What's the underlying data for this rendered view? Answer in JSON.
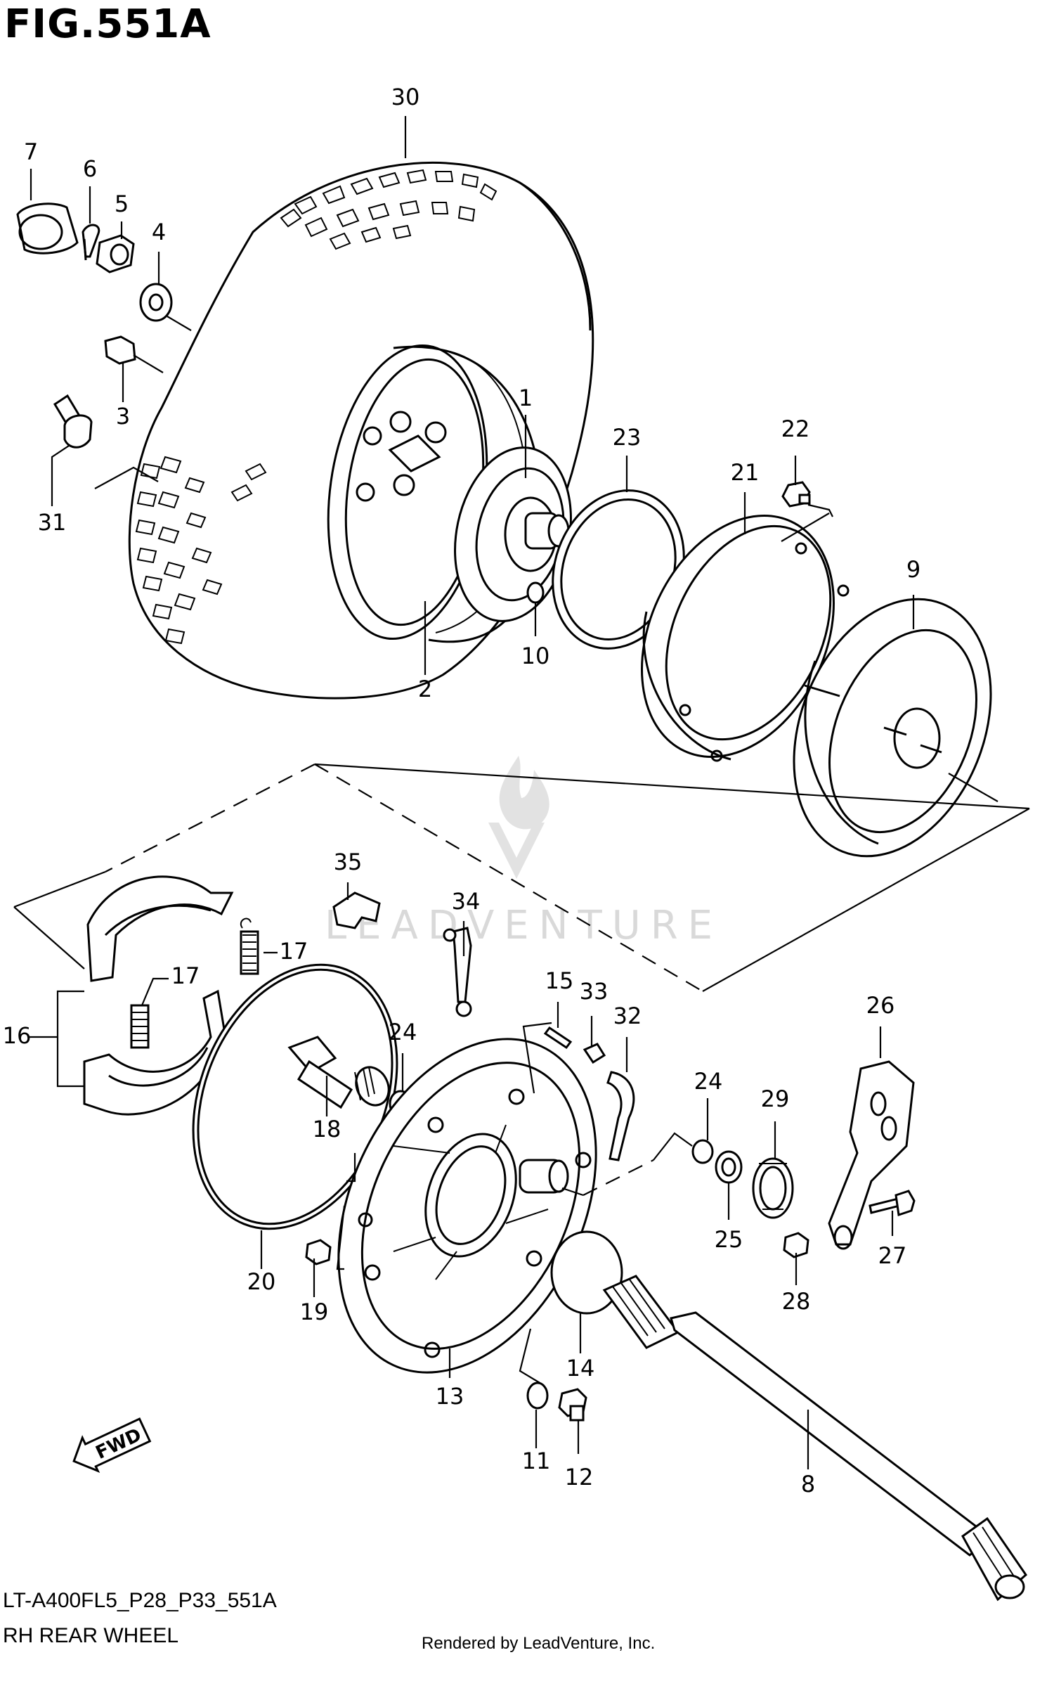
{
  "figure": {
    "title": "FIG.551A",
    "code": "LT-A400FL5_P28_P33_551A",
    "name": "RH REAR WHEEL",
    "rendered_by": "Rendered by LeadVenture, Inc."
  },
  "watermark": {
    "text": "LEADVENTURE"
  },
  "direction_badge": {
    "text": "FWD"
  },
  "callouts": [
    {
      "id": "c30",
      "text": "30"
    },
    {
      "id": "c7",
      "text": "7"
    },
    {
      "id": "c6",
      "text": "6"
    },
    {
      "id": "c5",
      "text": "5"
    },
    {
      "id": "c4",
      "text": "4"
    },
    {
      "id": "c3",
      "text": "3"
    },
    {
      "id": "c31",
      "text": "31"
    },
    {
      "id": "c1",
      "text": "1"
    },
    {
      "id": "c23",
      "text": "23"
    },
    {
      "id": "c22",
      "text": "22"
    },
    {
      "id": "c21",
      "text": "21"
    },
    {
      "id": "c9",
      "text": "9"
    },
    {
      "id": "c10",
      "text": "10"
    },
    {
      "id": "c2",
      "text": "2"
    },
    {
      "id": "c35",
      "text": "35"
    },
    {
      "id": "c34",
      "text": "34"
    },
    {
      "id": "c17a",
      "text": "17"
    },
    {
      "id": "c17b",
      "text": "17"
    },
    {
      "id": "c16",
      "text": "16"
    },
    {
      "id": "c15",
      "text": "15"
    },
    {
      "id": "c33",
      "text": "33"
    },
    {
      "id": "c32",
      "text": "32"
    },
    {
      "id": "c26",
      "text": "26"
    },
    {
      "id": "c24a",
      "text": "24"
    },
    {
      "id": "c24b",
      "text": "24"
    },
    {
      "id": "c18",
      "text": "18"
    },
    {
      "id": "c29",
      "text": "29"
    },
    {
      "id": "c25",
      "text": "25"
    },
    {
      "id": "c27",
      "text": "27"
    },
    {
      "id": "c28",
      "text": "28"
    },
    {
      "id": "c20",
      "text": "20"
    },
    {
      "id": "c19",
      "text": "19"
    },
    {
      "id": "c13",
      "text": "13"
    },
    {
      "id": "c14",
      "text": "14"
    },
    {
      "id": "c11",
      "text": "11"
    },
    {
      "id": "c12",
      "text": "12"
    },
    {
      "id": "c8",
      "text": "8"
    }
  ]
}
